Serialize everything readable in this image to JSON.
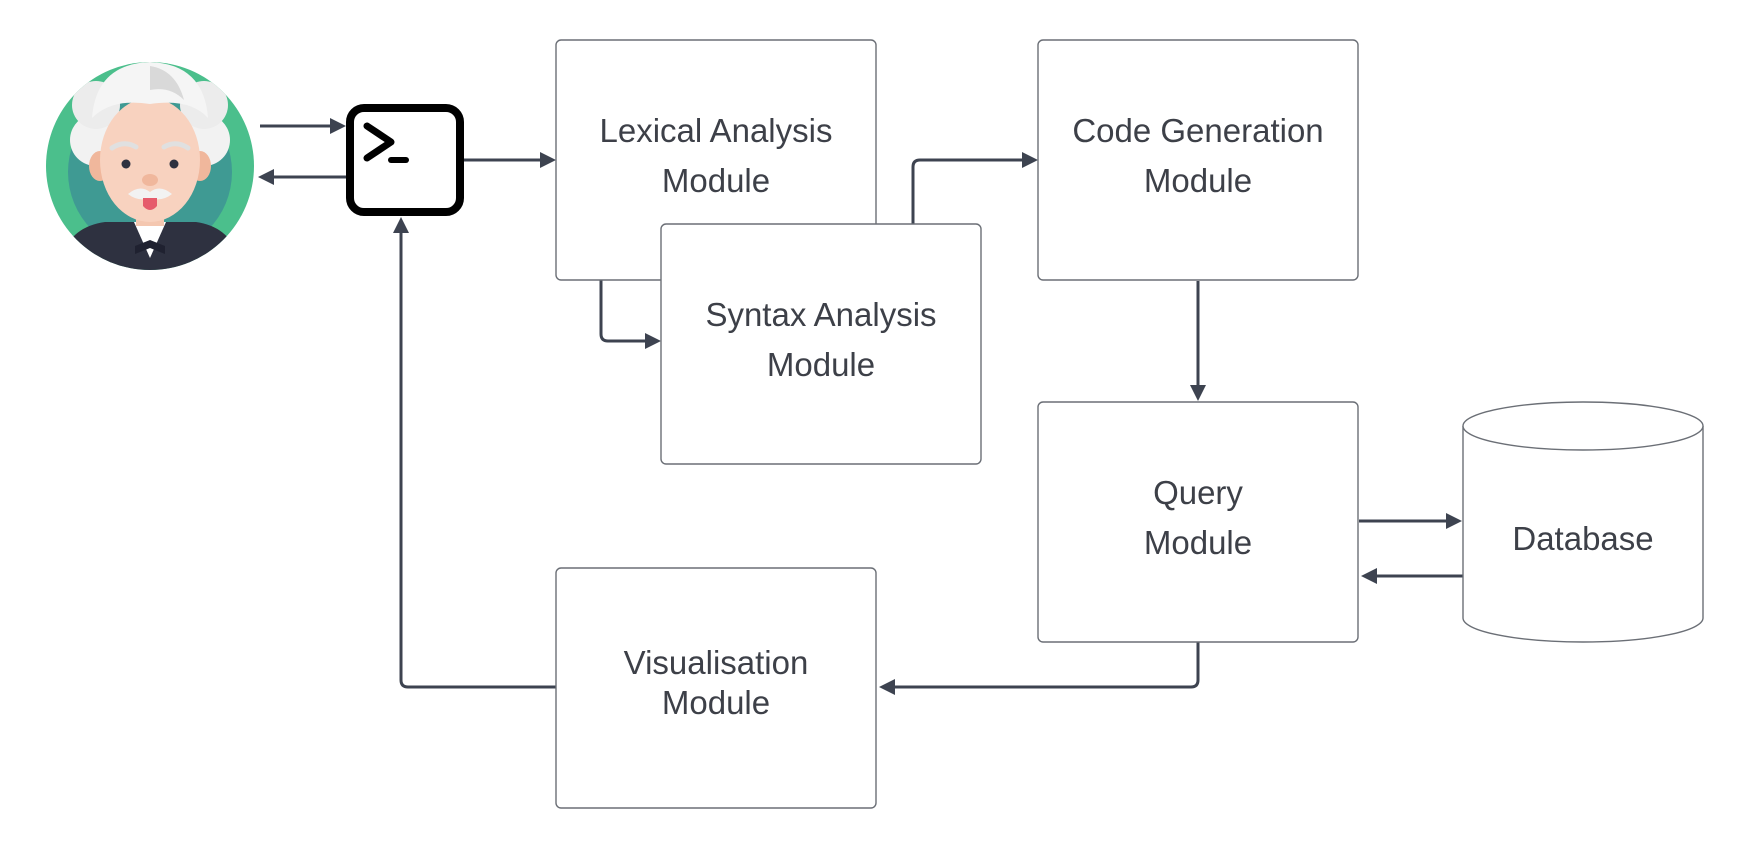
{
  "nodes": {
    "lexical": {
      "line1": "Lexical Analysis",
      "line2": "Module"
    },
    "syntax": {
      "line1": "Syntax Analysis",
      "line2": "Module"
    },
    "codegen": {
      "line1": "Code Generation",
      "line2": "Module"
    },
    "query": {
      "line1": "Query",
      "line2": "Module"
    },
    "database": {
      "label": "Database"
    },
    "visualisation": {
      "line1": "Visualisation",
      "line2": "Module"
    }
  },
  "icons": {
    "user": "user-avatar-icon",
    "terminal": "terminal-icon"
  },
  "colors": {
    "connector": "#3d4350",
    "box_stroke": "#6b6f76",
    "text": "#3d4048",
    "avatar_ring": "#4bbf8c",
    "avatar_inner": "#3f9a93"
  }
}
